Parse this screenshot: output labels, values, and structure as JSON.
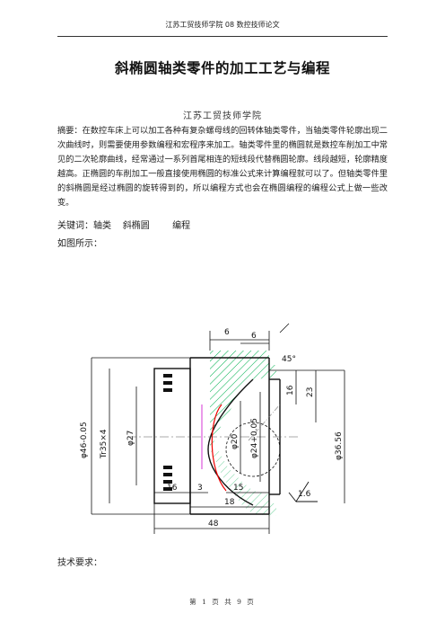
{
  "header": {
    "text": "江苏工贸技师学院 08 数控技师论文"
  },
  "title": "斜椭圆轴类零件的加工工艺与编程",
  "author": "江苏工贸技师学院",
  "abstract": "摘要：在数控车床上可以加工各种有复杂螺母线的回转体轴类零件，当轴类零件轮廓出现二次曲线时，则需要使用参数编程和宏程序来加工。轴类零件里的椭圆就是数控车削加工中常见的二次轮廓曲线，经常通过一系列首尾相连的短线段代替椭圆轮廓。线段越短，轮廓精度越高。正椭圆的车削加工一般直接使用椭圆的标准公式来计算编程就可以了。但轴类零件里的斜椭圆是经过椭圆的旋转得到的，所以编程方式也会在椭圆编程的编程公式上做一些改变。",
  "keywords": "关键词：轴类    斜椭圆        编程",
  "figure_caption": "如图所示：",
  "drawing": {
    "dims": {
      "d46": "φ46-0.05",
      "thread": "Tr35×4",
      "d27": "φ27",
      "d20": "φ20",
      "d24": "φ24+0.05",
      "d36": "φ36.56",
      "top6a": "6",
      "top6b": "6",
      "angle": "45°",
      "len16a": "16",
      "len23": "23",
      "len16b": "16",
      "len3": "3",
      "len15": "15",
      "len18": "18",
      "len48": "48",
      "roughness": "1.6"
    }
  },
  "tech_requirements": "技术要求：",
  "footer": "第 1 页 共 9 页"
}
